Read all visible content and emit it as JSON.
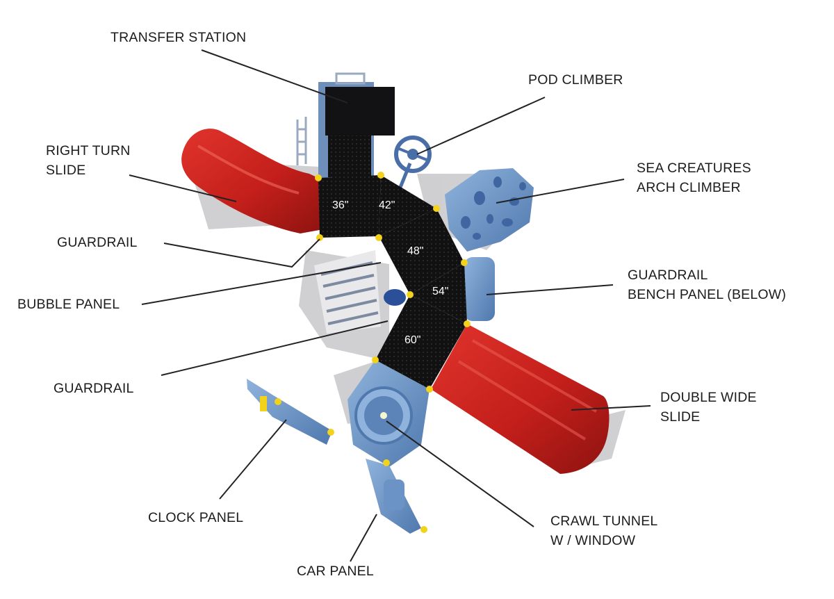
{
  "labels": {
    "transfer_station": "TRANSFER STATION",
    "pod_climber": "POD CLIMBER",
    "right_turn_slide": [
      "RIGHT TURN",
      "SLIDE"
    ],
    "sea_creatures_arch_climber": [
      "SEA CREATURES",
      "ARCH CLIMBER"
    ],
    "guardrail_upper": "GUARDRAIL",
    "guardrail_bench_panel": [
      "GUARDRAIL",
      "BENCH PANEL (BELOW)"
    ],
    "bubble_panel": "BUBBLE PANEL",
    "guardrail_lower": "GUARDRAIL",
    "double_wide_slide": [
      "DOUBLE WIDE",
      "SLIDE"
    ],
    "clock_panel": "CLOCK PANEL",
    "crawl_tunnel": [
      "CRAWL TUNNEL",
      "W / WINDOW"
    ],
    "car_panel": "CAR PANEL"
  },
  "deck_heights": {
    "d36": "36\"",
    "d42": "42\"",
    "d48": "48\"",
    "d54": "54\"",
    "d60": "60\""
  },
  "colors": {
    "deck": "#0f0f10",
    "slide_red": "#c8201c",
    "panel_blue": "#6f97c8",
    "shadow": "#b9b9bd",
    "clamp_yellow": "#f2d21a",
    "leader": "#222222"
  }
}
